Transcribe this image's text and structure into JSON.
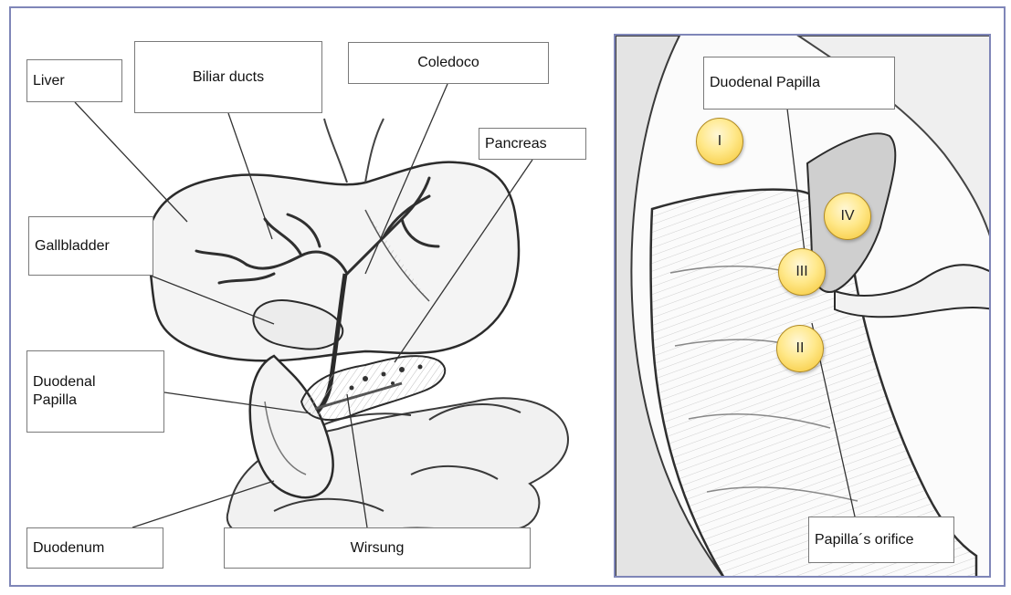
{
  "left_panel": {
    "labels": {
      "liver": "Liver",
      "biliar_ducts": "Biliar ducts",
      "coledoco": "Coledoco",
      "pancreas": "Pancreas",
      "gallbladder": "Gallbladder",
      "duodenal_papilla": "Duodenal\nPapilla",
      "duodenum": "Duodenum",
      "wirsung": "Wirsung"
    }
  },
  "right_panel": {
    "labels": {
      "duodenal_papilla": "Duodenal Papilla",
      "papilla_orifice": "Papilla´s orifice"
    },
    "markers": {
      "i": "I",
      "ii": "II",
      "iii": "III",
      "iv": "IV"
    }
  },
  "colors": {
    "frame_border": "#7f86b8",
    "marker_fill": "#ffe88a",
    "leader_line": "#333333"
  }
}
